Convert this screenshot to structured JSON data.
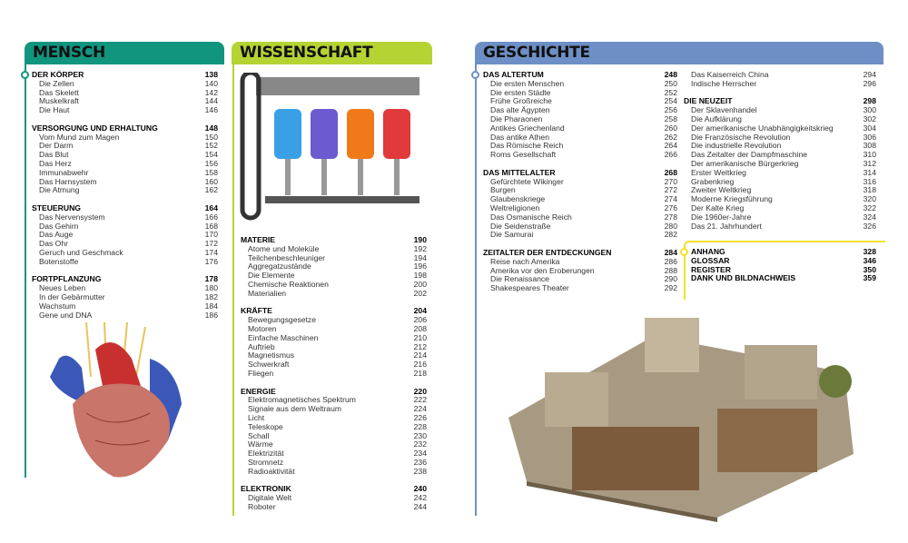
{
  "colors": {
    "mensch": "#11957f",
    "wissenschaft": "#b6d334",
    "geschichte": "#6d8fc5",
    "anhang": "#f1e22a"
  },
  "mensch": {
    "title": "MENSCH",
    "sections": [
      {
        "title": "DER KÖRPER",
        "page": "138",
        "items": [
          [
            "Die Zellen",
            "140"
          ],
          [
            "Das Skelett",
            "142"
          ],
          [
            "Muskelkraft",
            "144"
          ],
          [
            "Die Haut",
            "146"
          ]
        ]
      },
      {
        "title": "VERSORGUNG UND ERHALTUNG",
        "page": "148",
        "items": [
          [
            "Vom Mund zum Magen",
            "150"
          ],
          [
            "Der Darm",
            "152"
          ],
          [
            "Das Blut",
            "154"
          ],
          [
            "Das Herz",
            "156"
          ],
          [
            "Immunabwehr",
            "158"
          ],
          [
            "Das Harnsystem",
            "160"
          ],
          [
            "Die Atmung",
            "162"
          ]
        ]
      },
      {
        "title": "STEUERUNG",
        "page": "164",
        "items": [
          [
            "Das Nervensystem",
            "166"
          ],
          [
            "Das Gehirn",
            "168"
          ],
          [
            "Das Auge",
            "170"
          ],
          [
            "Das Ohr",
            "172"
          ],
          [
            "Geruch und Geschmack",
            "174"
          ],
          [
            "Botenstoffe",
            "176"
          ]
        ]
      },
      {
        "title": "FORTPFLANZUNG",
        "page": "178",
        "items": [
          [
            "Neues Leben",
            "180"
          ],
          [
            "In der Gebärmutter",
            "182"
          ],
          [
            "Wachstum",
            "184"
          ],
          [
            "Gene und DNA",
            "186"
          ]
        ]
      }
    ]
  },
  "wissenschaft": {
    "title": "WISSENSCHAFT",
    "sections": [
      {
        "title": "MATERIE",
        "page": "190",
        "items": [
          [
            "Atome und Moleküle",
            "192"
          ],
          [
            "Teilchenbeschleuniger",
            "194"
          ],
          [
            "Aggregatzustände",
            "196"
          ],
          [
            "Die Elemente",
            "198"
          ],
          [
            "Chemische Reaktionen",
            "200"
          ],
          [
            "Materialien",
            "202"
          ]
        ]
      },
      {
        "title": "KRÄFTE",
        "page": "204",
        "items": [
          [
            "Bewegungsgesetze",
            "206"
          ],
          [
            "Motoren",
            "208"
          ],
          [
            "Einfache Maschinen",
            "210"
          ],
          [
            "Auftrieb",
            "212"
          ],
          [
            "Magnetismus",
            "214"
          ],
          [
            "Schwerkraft",
            "216"
          ],
          [
            "Fliegen",
            "218"
          ]
        ]
      },
      {
        "title": "ENERGIE",
        "page": "220",
        "items": [
          [
            "Elektromagnetisches Spektrum",
            "222"
          ],
          [
            "Signale aus dem Weltraum",
            "224"
          ],
          [
            "Licht",
            "226"
          ],
          [
            "Teleskope",
            "228"
          ],
          [
            "Schall",
            "230"
          ],
          [
            "Wärme",
            "232"
          ],
          [
            "Elektrizität",
            "234"
          ],
          [
            "Stromnetz",
            "236"
          ],
          [
            "Radioaktivität",
            "238"
          ]
        ]
      },
      {
        "title": "ELEKTRONIK",
        "page": "240",
        "items": [
          [
            "Digitale Welt",
            "242"
          ],
          [
            "Roboter",
            "244"
          ]
        ]
      }
    ]
  },
  "geschichte": {
    "title": "GESCHICHTE",
    "col1": [
      {
        "title": "DAS ALTERTUM",
        "page": "248",
        "items": [
          [
            "Die ersten Menschen",
            "250"
          ],
          [
            "Die ersten Städte",
            "252"
          ],
          [
            "Frühe Großreiche",
            "254"
          ],
          [
            "Das alte Ägypten",
            "256"
          ],
          [
            "Die Pharaonen",
            "258"
          ],
          [
            "Antikes Griechenland",
            "260"
          ],
          [
            "Das antike Athen",
            "262"
          ],
          [
            "Das Römische Reich",
            "264"
          ],
          [
            "Roms Gesellschaft",
            "266"
          ]
        ]
      },
      {
        "title": "DAS MITTELALTER",
        "page": "268",
        "items": [
          [
            "Gefürchtete Wikinger",
            "270"
          ],
          [
            "Burgen",
            "272"
          ],
          [
            "Glaubenskriege",
            "274"
          ],
          [
            "Weltreligionen",
            "276"
          ],
          [
            "Das Osmanische Reich",
            "278"
          ],
          [
            "Die Seidenstraße",
            "280"
          ],
          [
            "Die Samurai",
            "282"
          ]
        ]
      },
      {
        "title": "ZEITALTER DER ENTDECKUNGEN",
        "page": "284",
        "items": [
          [
            "Reise nach Amerika",
            "286"
          ],
          [
            "Amerika vor den Eroberungen",
            "288"
          ],
          [
            "Die Renaissance",
            "290"
          ],
          [
            "Shakespeares Theater",
            "292"
          ]
        ]
      }
    ],
    "col2": [
      {
        "title": "",
        "page": "",
        "items": [
          [
            "Das Kaiserreich China",
            "294"
          ],
          [
            "Indische Herrscher",
            "296"
          ]
        ]
      },
      {
        "title": "DIE NEUZEIT",
        "page": "298",
        "items": [
          [
            "Der Sklavenhandel",
            "300"
          ],
          [
            "Die Aufklärung",
            "302"
          ],
          [
            "Der amerikanische Unabhängigkeitskrieg",
            "304"
          ],
          [
            "Die Französische Revolution",
            "306"
          ],
          [
            "Die industrielle Revolution",
            "308"
          ],
          [
            "Das Zeitalter der Dampfmaschine",
            "310"
          ],
          [
            "Der amerikanische Bürgerkrieg",
            "312"
          ],
          [
            "Erster Weltkrieg",
            "314"
          ],
          [
            "Grabenkrieg",
            "316"
          ],
          [
            "Zweiter Weltkrieg",
            "318"
          ],
          [
            "Moderne Kriegsführung",
            "320"
          ],
          [
            "Der Kalte Krieg",
            "322"
          ],
          [
            "Die 1960er-Jahre",
            "324"
          ],
          [
            "Das 21. Jahrhundert",
            "326"
          ]
        ]
      }
    ]
  },
  "anhang": [
    [
      "ANHANG",
      "328"
    ],
    [
      "GLOSSAR",
      "346"
    ],
    [
      "REGISTER",
      "350"
    ],
    [
      "DANK UND BILDNACHWEIS",
      "359"
    ]
  ]
}
